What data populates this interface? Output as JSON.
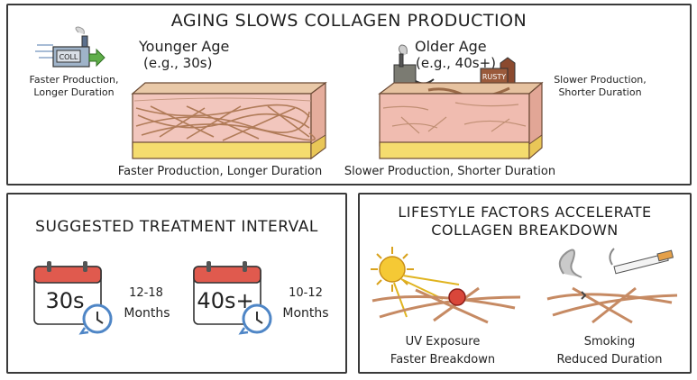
{
  "colors": {
    "skin_top": "#e9c9a8",
    "dermis": "#f2c6bd",
    "fat": "#f5dc6e",
    "fiber": "#c08a67",
    "calendar_red": "#e05a4e",
    "clock_blue": "#4f86c6",
    "sun": "#f5c935",
    "bacteria": "#d9463a",
    "arrow_green": "#5fae4a"
  },
  "top": {
    "title": "AGING SLOWS COLLAGEN PRODUCTION",
    "factory_label": "COLL",
    "left_note": "Faster Production,\nLonger Duration",
    "young_title": "Younger Age",
    "young_sub": "(e.g., 30s)",
    "young_caption": "Faster Production, Longer Duration",
    "old_title": "Older Age",
    "old_sub": "(e.g., 40s+)",
    "rusty_label": "RUSTY",
    "right_note": "Slower Production,\nShorter Duration",
    "old_caption": "Slower Production, Shorter Duration"
  },
  "left": {
    "title": "SUGGESTED TREATMENT INTERVAL",
    "cal1": {
      "age": "30s",
      "interval": "12-18",
      "unit": "Months"
    },
    "cal2": {
      "age": "40s+",
      "interval": "10-12",
      "unit": "Months"
    }
  },
  "right": {
    "title_line1": "LIFESTYLE FACTORS ACCELERATE",
    "title_line2": "COLLAGEN BREAKDOWN",
    "uv_line1": "UV Exposure",
    "uv_line2": "Faster Breakdown",
    "smoke_line1": "Smoking",
    "smoke_line2": "Reduced Duration"
  }
}
